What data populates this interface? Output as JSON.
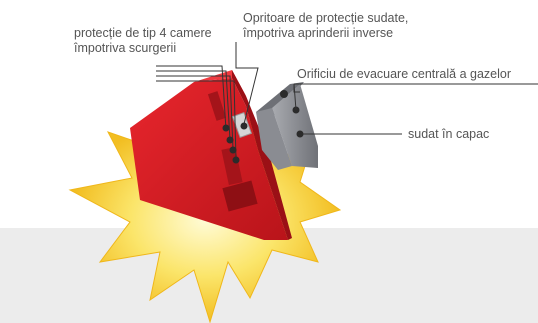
{
  "labels": {
    "four_chamber": {
      "line1": "protecție de tip 4 camere",
      "line2": "împotriva scurgerii"
    },
    "welded_stops": {
      "line1": "Opritoare de protecție sudate,",
      "line2": "împotriva aprinderii inverse"
    },
    "central_vent": "Orificiu de evacuare centrală a gazelor",
    "welded_in_cap": "sudat în capac"
  },
  "colors": {
    "background": "#ffffff",
    "bottom_band": "#ececec",
    "burst_fill": "#f3c42a",
    "burst_glow": "#fff6b0",
    "red_body": "#d01b21",
    "red_dark": "#8e0f14",
    "grey_cap": "#8f9197",
    "line": "#333333",
    "text": "#555555"
  },
  "icons": {
    "burst": "explosion-star-icon",
    "valve": "valve-body-icon",
    "cap": "welded-cap-icon"
  }
}
